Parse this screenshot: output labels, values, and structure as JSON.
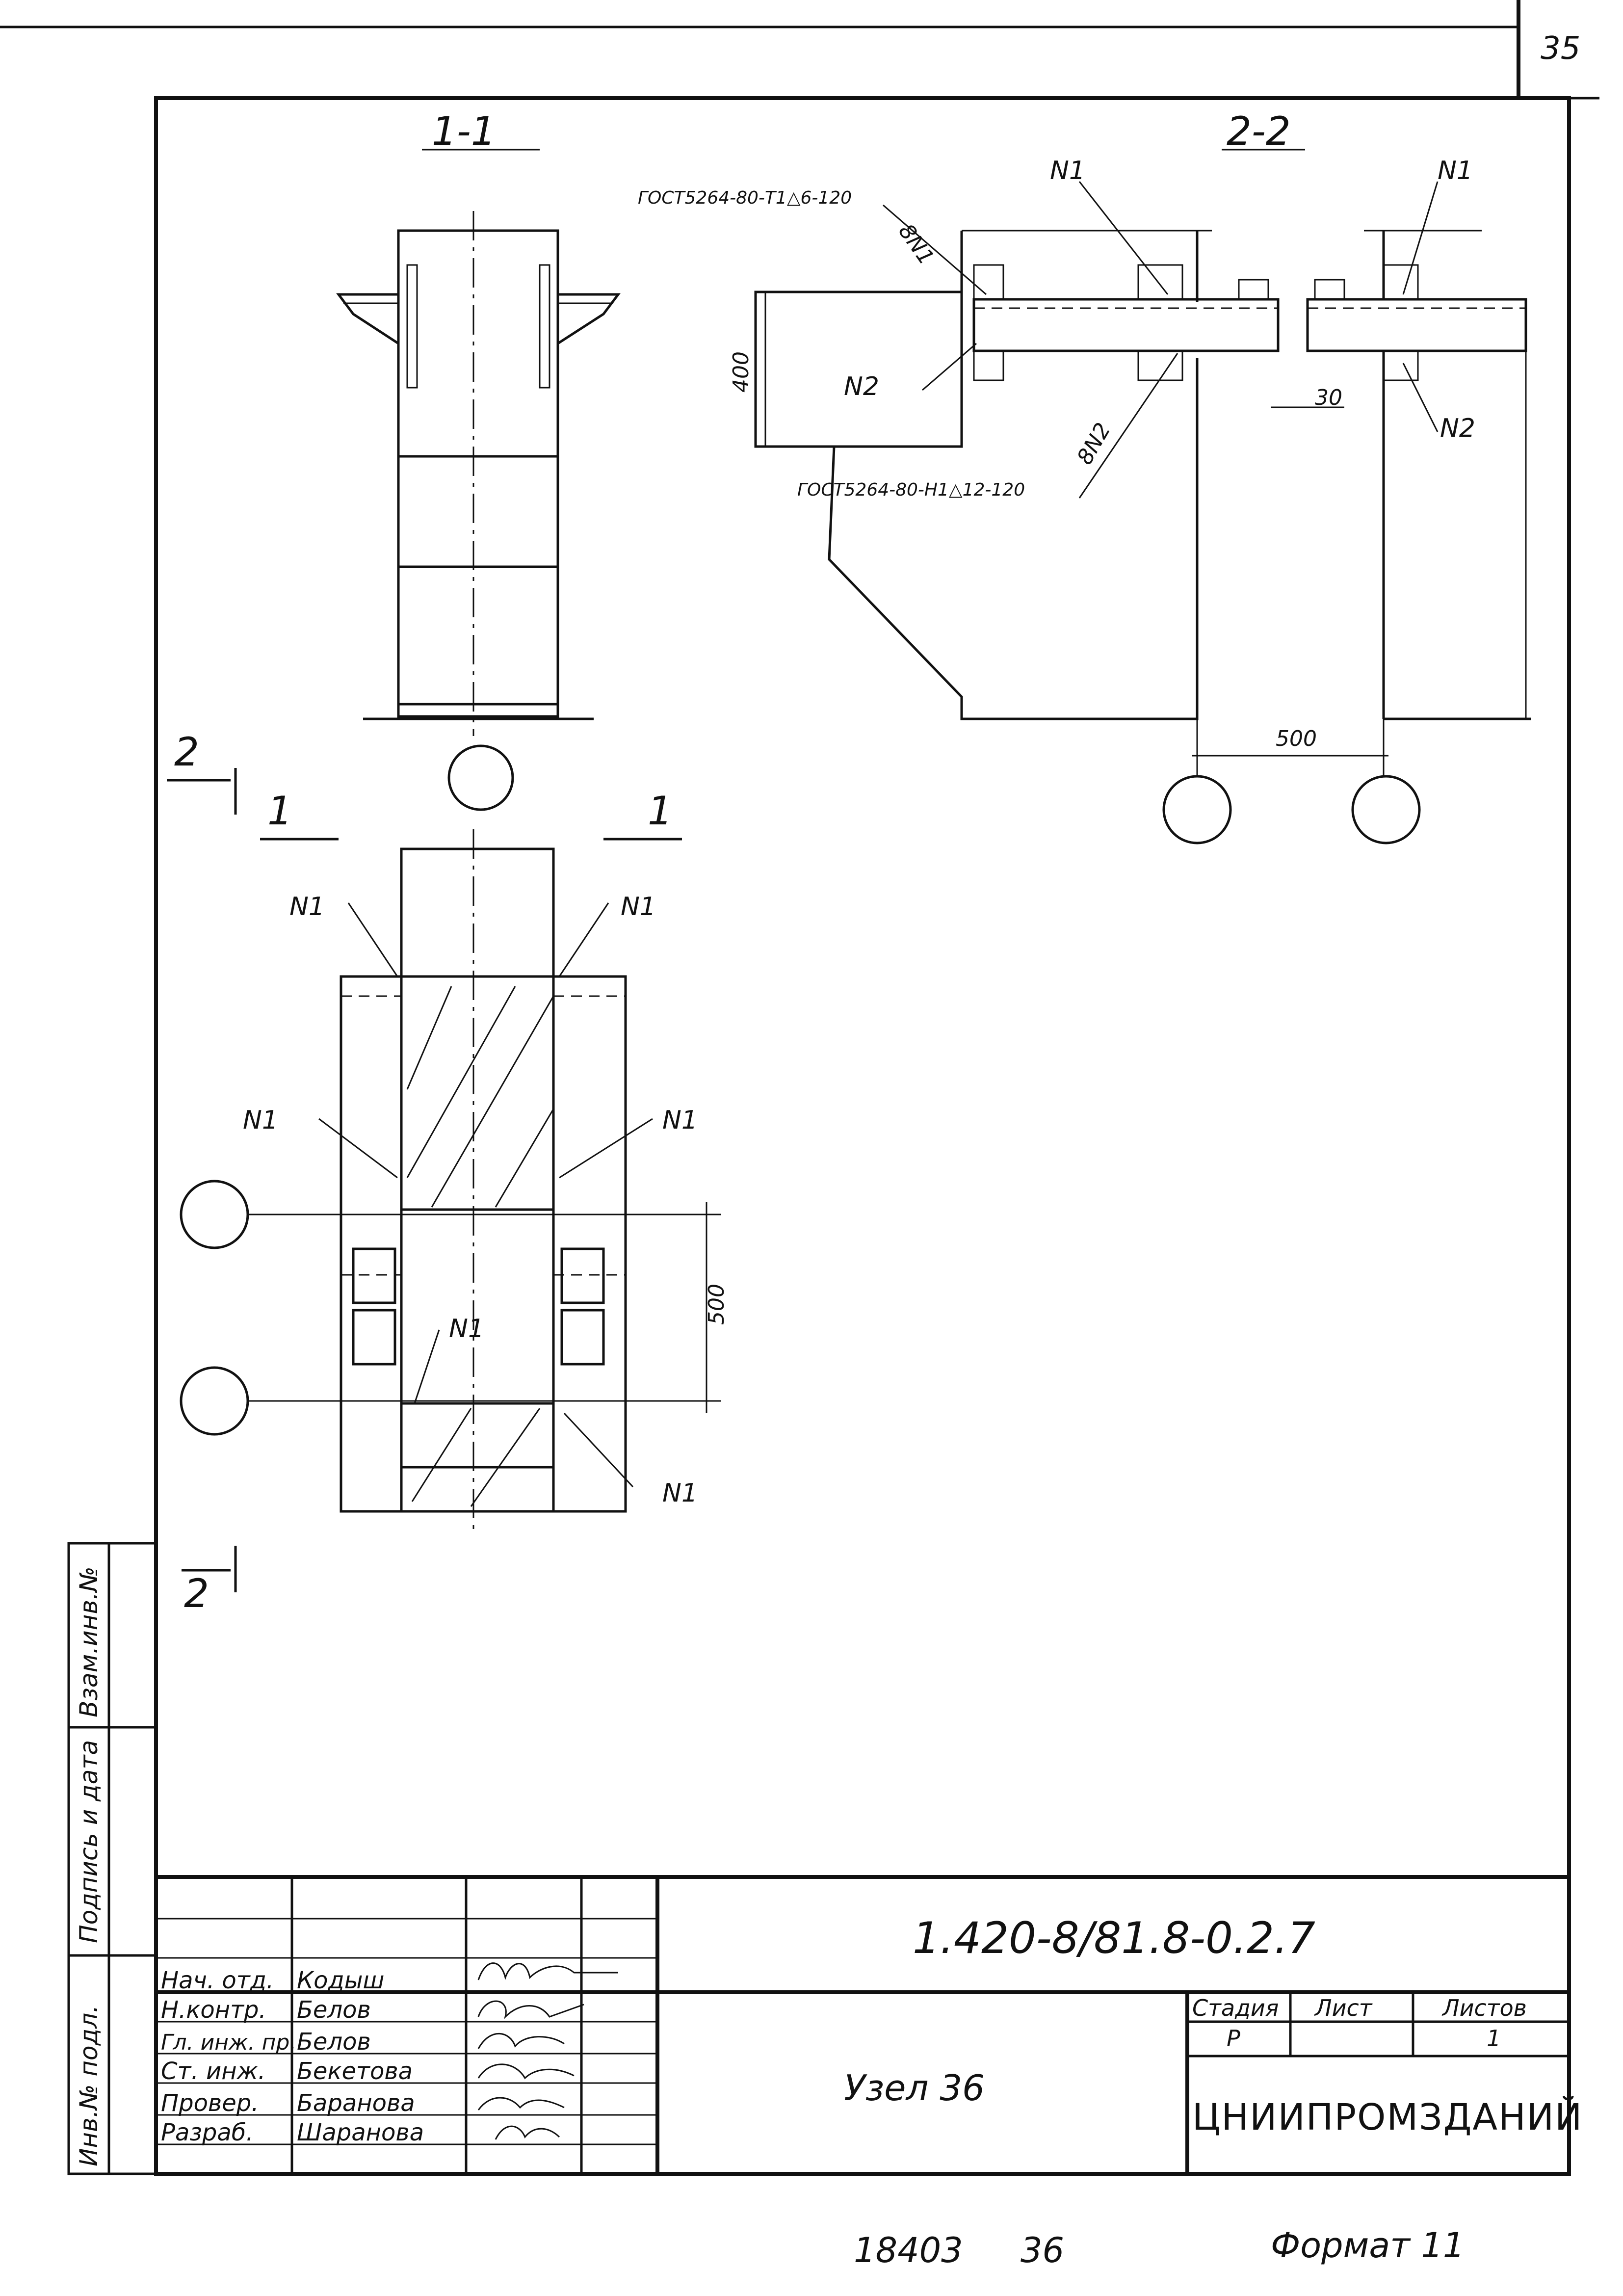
{
  "sheet": {
    "page_number": "35",
    "document_code": "1.420-8/81.8-0.2.7",
    "title": "Узел 36",
    "organization": "ЦНИИПРОМЗДАНИЙ",
    "stage_header": "Стадия",
    "sheet_header": "Лист",
    "sheets_header": "Листов",
    "stage_value": "Р",
    "sheets_value": "1",
    "footer_inventory": "18403",
    "footer_number": "36",
    "footer_format": "Формат 11"
  },
  "side_strip": {
    "inv_original": "Инв.№ подл.",
    "sign_date": "Подпись и дата",
    "replace_inv": "Взам.инв.№"
  },
  "signatures": [
    {
      "role": "Нач. отд.",
      "name": "Кодыш"
    },
    {
      "role": "Н.контр.",
      "name": "Белов"
    },
    {
      "role": "Гл. инж. пр.",
      "name": "Белов"
    },
    {
      "role": "Ст. инж.",
      "name": "Бекетова"
    },
    {
      "role": "Провер.",
      "name": "Баранова"
    },
    {
      "role": "Разраб.",
      "name": "Шаранова"
    }
  ],
  "views": {
    "section_1": "1-1",
    "section_2": "2-2",
    "cut_1_left": "1",
    "cut_1_right": "1",
    "cut_2_top": "2",
    "cut_2_bottom": "2"
  },
  "labels": {
    "n1": "N1",
    "n2": "N2",
    "weld_top": "ГОСТ5264-80-Т1△6-120",
    "weld_bottom": "ГОСТ5264-80-Н1△12-120",
    "weld_8n1": "8N1",
    "weld_8n2": "8N2",
    "dim_400": "400",
    "dim_30": "30",
    "dim_500_h": "500",
    "dim_500_v": "500"
  }
}
